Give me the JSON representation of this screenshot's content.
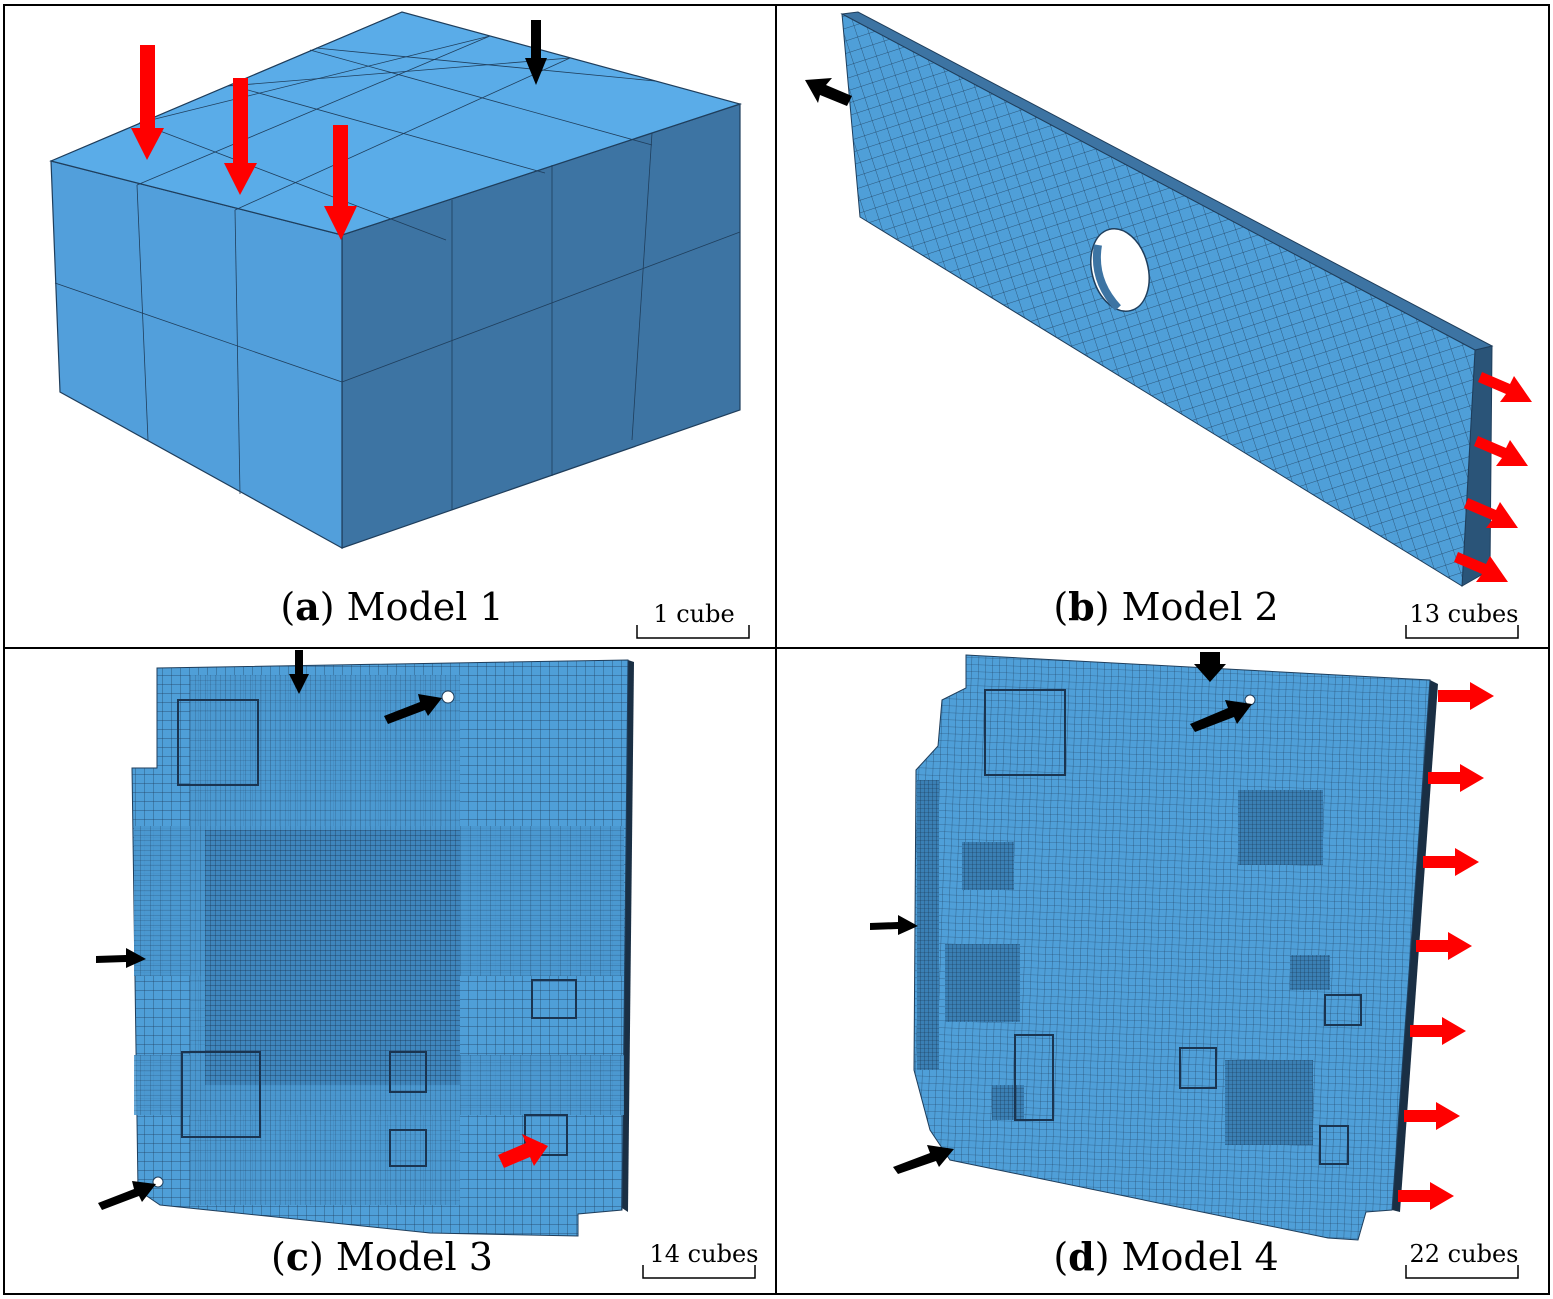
{
  "panels": [
    {
      "letter": "a",
      "title": "Model 1",
      "scale": "1 cube"
    },
    {
      "letter": "b",
      "title": "Model 2",
      "scale": "13 cubes"
    },
    {
      "letter": "c",
      "title": "Model 3",
      "scale": "14 cubes"
    },
    {
      "letter": "d",
      "title": "Model 4",
      "scale": "22 cubes"
    }
  ],
  "colors": {
    "mesh_top": "#5aa9e6",
    "mesh_front": "#4d97cf",
    "mesh_side": "#3b73a1",
    "mesh_line": "#1f3e5c",
    "load_arrow": "#ff0000",
    "support_arrow": "#000000",
    "frame": "#000000"
  }
}
